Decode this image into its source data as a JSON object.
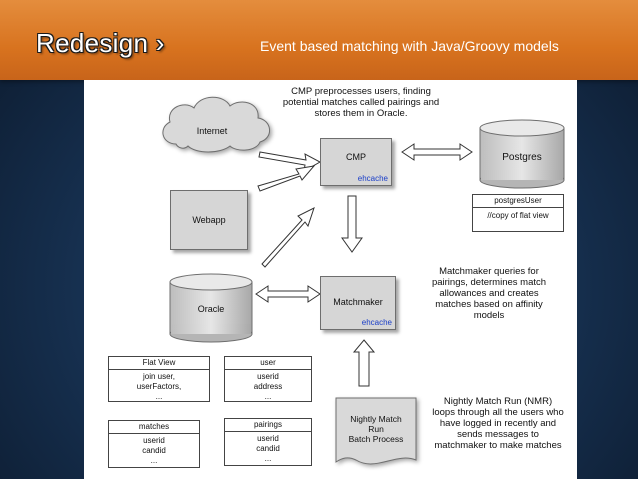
{
  "header": {
    "title": "Redesign ›",
    "subtitle": "Event based matching with Java/Groovy models"
  },
  "diagram": {
    "notes": {
      "cmp": "CMP preprocesses users, finding\npotential matches called pairings and\nstores them in Oracle.",
      "matchmaker": "Matchmaker queries for\npairings, determines match\nallowances and creates\nmatches based on affinity\nmodels",
      "nmr": "Nightly Match Run (NMR)\nloops through all the users who\nhave logged in recently and\nsends messages to\nmatchmaker to make matches"
    },
    "nodes": {
      "internet": "Internet",
      "webapp": "Webapp",
      "oracle": "Oracle",
      "postgres": "Postgres",
      "cmp": "CMP",
      "cmp_tag": "ehcache",
      "matchmaker": "Matchmaker",
      "matchmaker_tag": "ehcache",
      "nightly": "Nightly Match\nRun\nBatch Process"
    },
    "tables": {
      "postgres_user": {
        "header": "postgresUser",
        "body": "//copy of flat view"
      },
      "flat_view": {
        "header": "Flat View",
        "body": "join user,\nuserFactors,\n..."
      },
      "user": {
        "header": "user",
        "body": "userid\naddress\n..."
      },
      "matches": {
        "header": "matches",
        "body": "userid\ncandid\n..."
      },
      "pairings": {
        "header": "pairings",
        "body": "userid\ncandid\n..."
      }
    }
  },
  "colors": {
    "header_orange": "#d8731f",
    "background_navy": "#183456",
    "tag_blue": "#1a3ec8"
  }
}
